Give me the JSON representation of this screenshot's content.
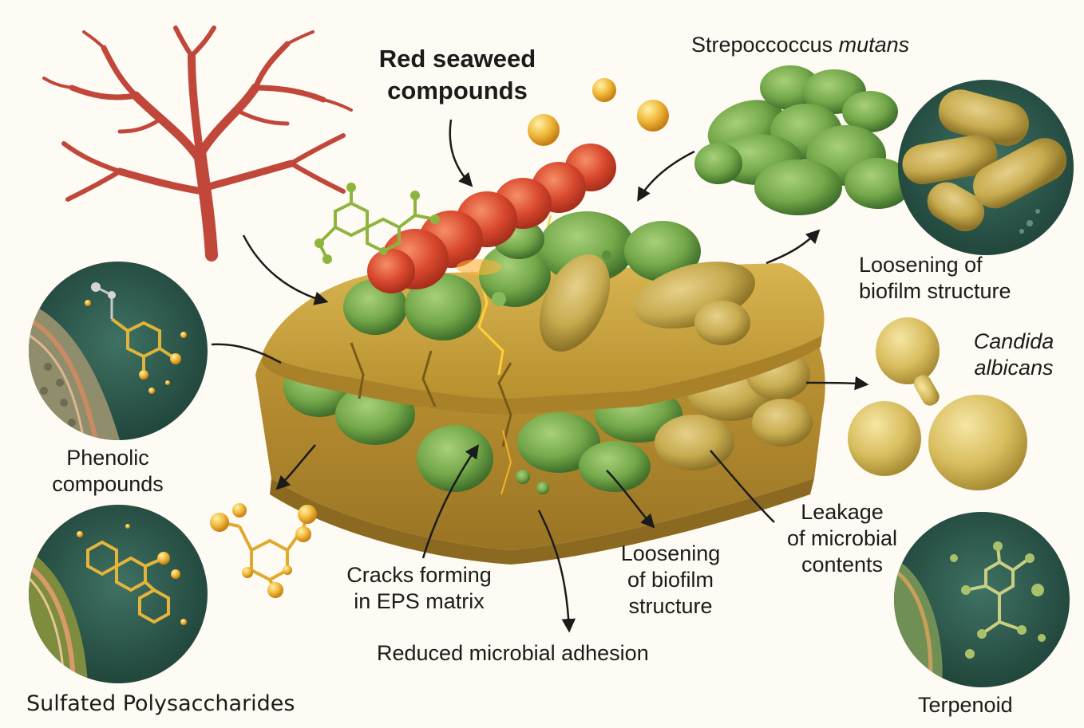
{
  "labels": {
    "red_seaweed_line1": "Red seaweed",
    "red_seaweed_line2": "compounds",
    "strep_prefix": "Strepoccoccus ",
    "strep_italic": "mutans",
    "loosening_right_line1": "Loosening of",
    "loosening_right_line2": "biofilm structure",
    "candida_line1": "Candida",
    "candida_line2": "albicans",
    "phenolic_line1": "Phenolic",
    "phenolic_line2": "compounds",
    "cracks_line1": "Cracks forming",
    "cracks_line2": "in EPS matrix",
    "loosening_center_line1": "Loosening",
    "loosening_center_line2": "of biofilm",
    "loosening_center_line3": "structure",
    "leakage_line1": "Leakage",
    "leakage_line2": "of microbial",
    "leakage_line3": "contents",
    "reduced_adhesion": "Reduced microbial adhesion",
    "sulfated": "Sulfated Polysaccharides",
    "terpenoid": "Terpenoid"
  },
  "colors": {
    "seaweed": "#c0473a",
    "matrix": "#c9a23e",
    "matrix_dark": "#a97f27",
    "green_bacteria": "#74a84a",
    "yellow_bacteria": "#c7ab4f",
    "red_compound": "#d9482e",
    "circle_bg": "#2f5a4f",
    "gold_molecule": "#e0a92c",
    "green_molecule": "#8fb43e"
  }
}
